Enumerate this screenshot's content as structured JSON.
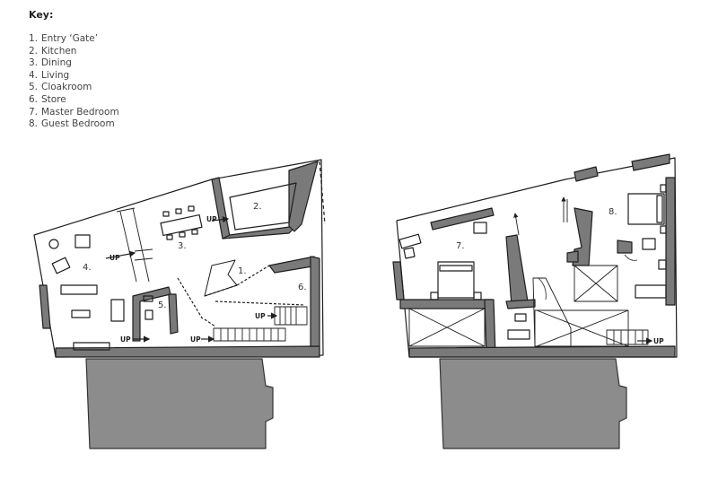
{
  "key": {
    "title": "Key:",
    "items": [
      {
        "num": "1.",
        "label": "Entry ‘Gate’"
      },
      {
        "num": "2.",
        "label": "Kitchen"
      },
      {
        "num": "3.",
        "label": "Dining"
      },
      {
        "num": "4.",
        "label": "Living"
      },
      {
        "num": "5.",
        "label": "Cloakroom"
      },
      {
        "num": "6.",
        "label": "Store"
      },
      {
        "num": "7.",
        "label": "Master Bedroom"
      },
      {
        "num": "8.",
        "label": "Guest Bedroom"
      }
    ]
  },
  "ground_floor": {
    "room_labels": [
      "1.",
      "2.",
      "3.",
      "4.",
      "5.",
      "6."
    ],
    "up_labels": [
      "UP",
      "UP",
      "UP",
      "UP",
      "UP"
    ]
  },
  "first_floor": {
    "room_labels": [
      "7.",
      "8."
    ],
    "up_labels": [
      "UP"
    ]
  },
  "colors": {
    "wall": "#7a7a7a",
    "neighbour": "#8c8c8c",
    "ink": "#1e1e1e"
  }
}
